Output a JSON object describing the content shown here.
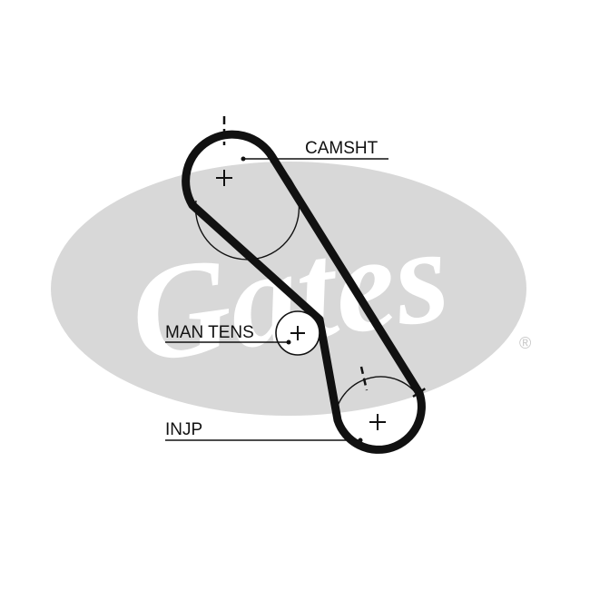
{
  "logo": {
    "text": "Gates",
    "registered": "®",
    "color": "#d8d8d8"
  },
  "labels": {
    "camshaft": "CAMSHT",
    "tensioner": "MAN TENS",
    "injection_pump": "INJP"
  },
  "colors": {
    "belt": "#111111",
    "line": "#111111"
  }
}
